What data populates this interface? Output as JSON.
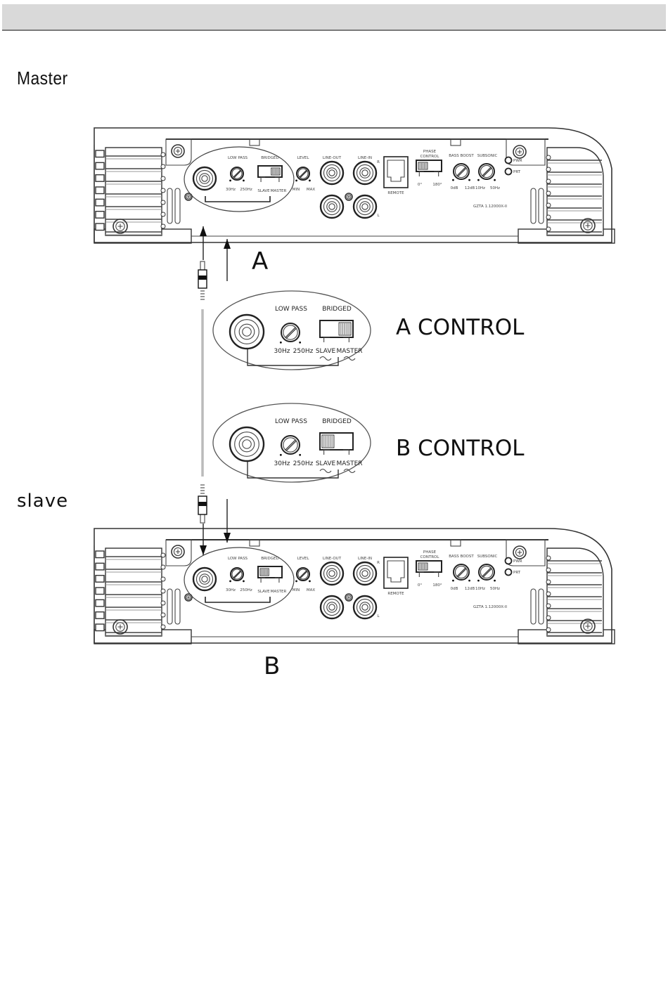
{
  "page": {
    "header_band": "",
    "labels": {
      "master": "Master",
      "slave": "slave",
      "marker_a": "A",
      "marker_b": "B",
      "a_control": "A CONTROL",
      "b_control": "B CONTROL"
    }
  },
  "amplifier": {
    "sections": {
      "low_pass": "LOW PASS",
      "bridged": "BRIDGED",
      "level": "LEVEL",
      "line_out": "LINE-OUT",
      "line_in": "LINE-IN",
      "phase_control_1": "PHASE",
      "phase_control_2": "CONTROL",
      "bass_boost": "BASS BOOST",
      "subsonic": "SUBSONIC",
      "remote": "REMOTE",
      "pwr": "PWR",
      "prt": "PRT",
      "channel_r": "R",
      "channel_l": "L",
      "model": "GZTA 1.12000X-II"
    },
    "scales": {
      "low_pass_min": "30Hz",
      "low_pass_max": "250Hz",
      "level_min": "MIN",
      "level_max": "MAX",
      "phase_min": "0°",
      "phase_max": "180°",
      "bass_min": "0dB",
      "bass_max": "12dB",
      "subsonic_min": "10Hz",
      "subsonic_max": "50Hz",
      "bridged_slave": "SLAVE",
      "bridged_master": "MASTER"
    },
    "master_unit": {
      "bridged_switch": "MASTER",
      "phase_switch": "0°"
    },
    "slave_unit": {
      "bridged_switch": "SLAVE",
      "phase_switch": "0°"
    }
  },
  "callouts": {
    "a": {
      "low_pass": "LOW PASS",
      "bridged": "BRIDGED",
      "min": "30Hz",
      "max": "250Hz",
      "slave": "SLAVE",
      "master": "MASTER",
      "switch_position": "MASTER"
    },
    "b": {
      "low_pass": "LOW PASS",
      "bridged": "BRIDGED",
      "min": "30Hz",
      "max": "250Hz",
      "slave": "SLAVE",
      "master": "MASTER",
      "switch_position": "SLAVE"
    }
  }
}
